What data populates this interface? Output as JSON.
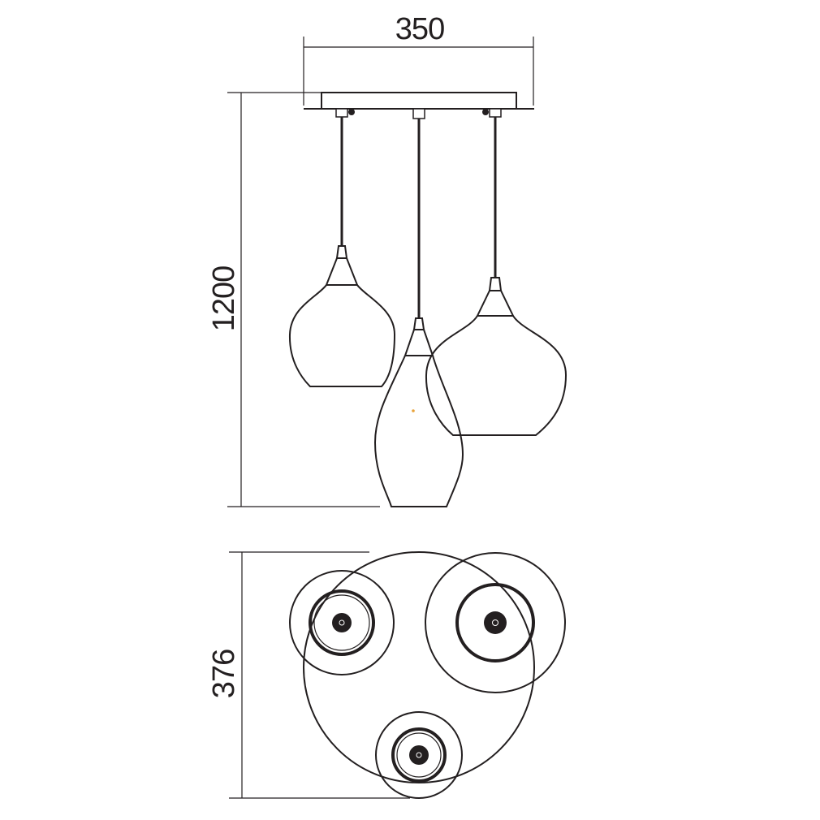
{
  "dimensions": {
    "width": "350",
    "height": "1200",
    "top_view_diameter": "376"
  },
  "colors": {
    "line": "#231f20",
    "background": "#ffffff",
    "accent_mark": "#e8a33a"
  }
}
